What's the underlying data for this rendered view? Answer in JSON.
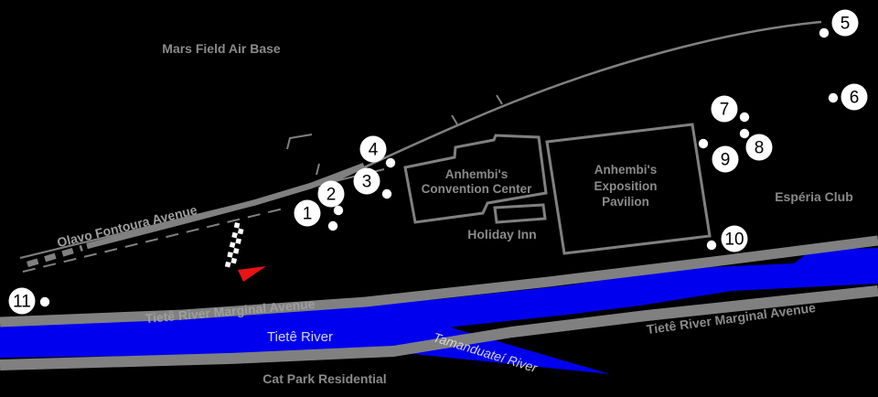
{
  "map": {
    "region_labels": {
      "air_base": "Mars Field Air Base",
      "esperia_club": "Espéria Club",
      "cat_park": "Cat Park Residential"
    },
    "road_labels": {
      "olavo_fontoura": "Olavo Fontoura Avenue",
      "marginal_left": "Tietê River Marginal Avenue",
      "marginal_right": "Tietê River Marginal Avenue"
    },
    "river_labels": {
      "tiete": "Tietê River",
      "tamanduatei": "Tamanduateí River"
    },
    "buildings": {
      "convention_center_line1": "Anhembi's",
      "convention_center_line2": "Convention Center",
      "exposition_line1": "Anhembi's",
      "exposition_line2": "Exposition",
      "exposition_line3": "Pavilion",
      "holiday_inn": "Holiday Inn"
    },
    "turns": [
      {
        "number": "1"
      },
      {
        "number": "2"
      },
      {
        "number": "3"
      },
      {
        "number": "4"
      },
      {
        "number": "5"
      },
      {
        "number": "6"
      },
      {
        "number": "7"
      },
      {
        "number": "8"
      },
      {
        "number": "9"
      },
      {
        "number": "10"
      },
      {
        "number": "11"
      }
    ],
    "colors": {
      "background": "#000000",
      "road": "#808080",
      "building_outline": "#808080",
      "river": "#0000ee",
      "label_gray": "#8a8a8a",
      "label_light": "#9e9e9e",
      "river_label": "#d6d6d6",
      "marker_fill": "#ffffff",
      "marker_number": "#000000",
      "start_flag_red": "#e81313",
      "checker_white": "#ffffff"
    }
  }
}
